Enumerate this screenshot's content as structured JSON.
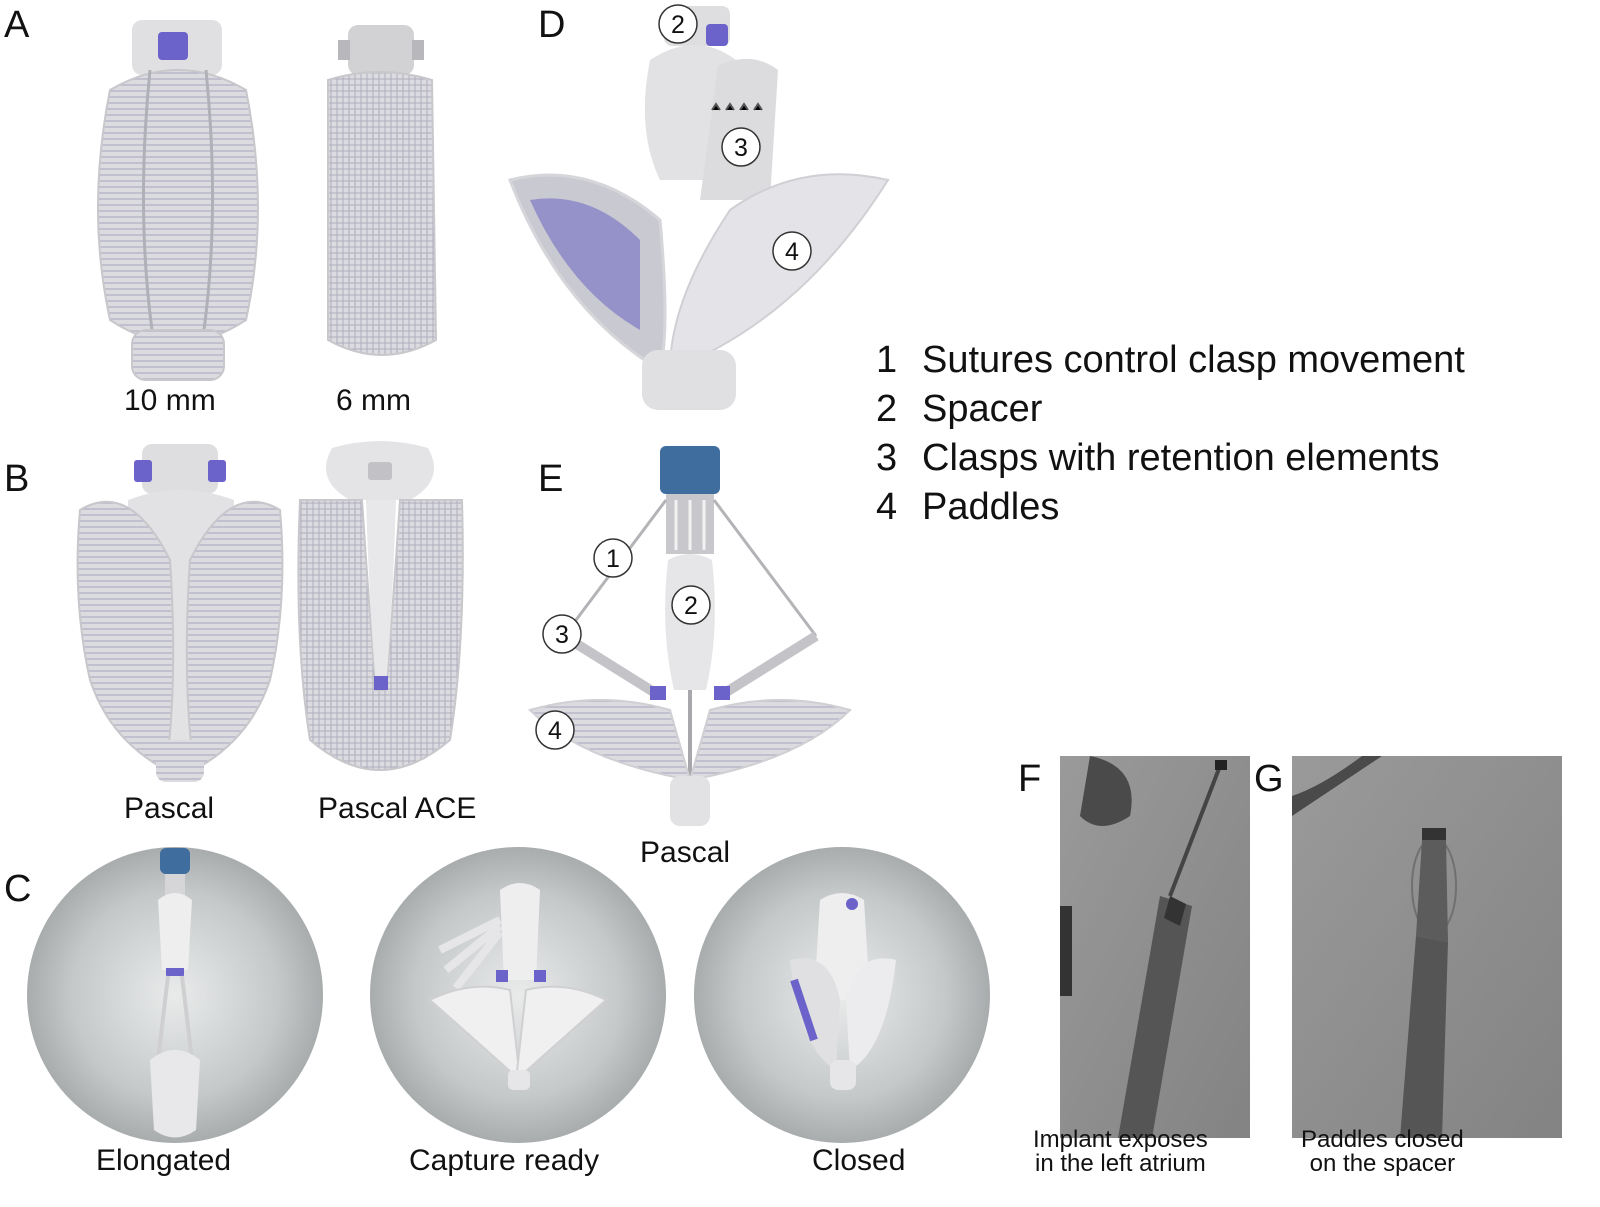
{
  "panels": {
    "A": {
      "letter": "A",
      "captions": [
        "10 mm",
        "6 mm"
      ]
    },
    "B": {
      "letter": "B",
      "captions": [
        "Pascal",
        "Pascal ACE"
      ]
    },
    "C": {
      "letter": "C",
      "captions": [
        "Elongated",
        "Capture ready",
        "Closed"
      ]
    },
    "D": {
      "letter": "D"
    },
    "E": {
      "letter": "E",
      "caption": "Pascal"
    },
    "F": {
      "letter": "F",
      "caption_line1": "Implant exposes",
      "caption_line2": "in the left atrium"
    },
    "G": {
      "letter": "G",
      "caption_line1": "Paddles closed",
      "caption_line2": "on the spacer"
    }
  },
  "legend": [
    {
      "num": "1",
      "text": "Sutures control clasp movement"
    },
    {
      "num": "2",
      "text": "Spacer"
    },
    {
      "num": "3",
      "text": "Clasps with retention elements"
    },
    {
      "num": "4",
      "text": "Paddles"
    }
  ],
  "callouts": {
    "d2": "2",
    "d3": "3",
    "d4": "4",
    "e1": "1",
    "e2": "2",
    "e3": "3",
    "e4": "4"
  },
  "colors": {
    "device": "#d9d9dc",
    "mesh": "#b8b8c8",
    "accent": "#6b63c9",
    "catheter": "#3e6d9e",
    "xray": "#8a8a8a",
    "circle_bg": "#b9bcbd"
  }
}
